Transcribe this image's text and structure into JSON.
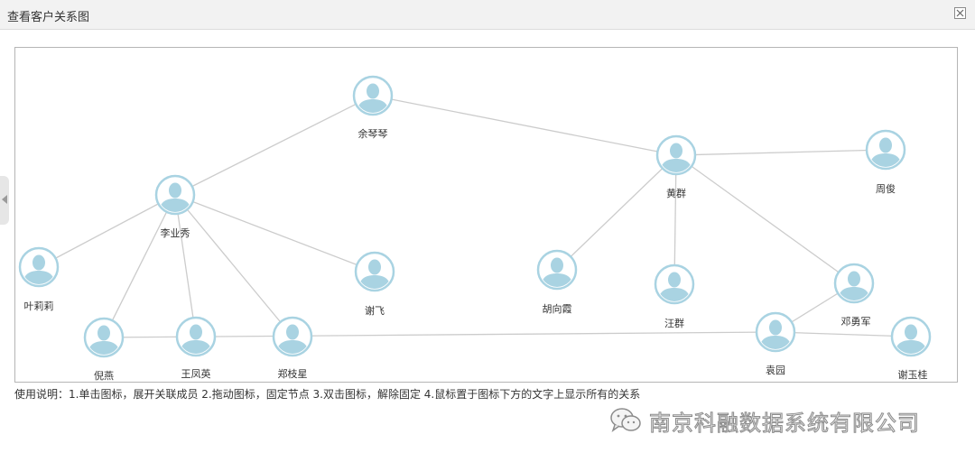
{
  "window": {
    "title": "查看客户关系图"
  },
  "graph": {
    "nodes": [
      {
        "id": "yuqinqin",
        "name": "余琴琴"
      },
      {
        "id": "lieyexiu",
        "name": "李业秀"
      },
      {
        "id": "huangqun",
        "name": "黄群"
      },
      {
        "id": "zhoujun",
        "name": "周俊"
      },
      {
        "id": "yelili",
        "name": "叶莉莉"
      },
      {
        "id": "xiefei",
        "name": "谢飞"
      },
      {
        "id": "huxiangxia",
        "name": "胡向霞"
      },
      {
        "id": "wangqun",
        "name": "汪群"
      },
      {
        "id": "dengyongjun",
        "name": "邓勇军"
      },
      {
        "id": "niyan",
        "name": "倪燕"
      },
      {
        "id": "wangfengying",
        "name": "王凤英"
      },
      {
        "id": "zhengzhixing",
        "name": "郑枝星"
      },
      {
        "id": "yuanyuan",
        "name": "袁园"
      },
      {
        "id": "xieyugui",
        "name": "谢玉桂"
      }
    ],
    "edges": [
      [
        "yuqinqin",
        "lieyexiu"
      ],
      [
        "yuqinqin",
        "huangqun"
      ],
      [
        "huangqun",
        "zhoujun"
      ],
      [
        "huangqun",
        "huxiangxia"
      ],
      [
        "huangqun",
        "wangqun"
      ],
      [
        "huangqun",
        "dengyongjun"
      ],
      [
        "lieyexiu",
        "yelili"
      ],
      [
        "lieyexiu",
        "xiefei"
      ],
      [
        "lieyexiu",
        "niyan"
      ],
      [
        "lieyexiu",
        "wangfengying"
      ],
      [
        "lieyexiu",
        "zhengzhixing"
      ],
      [
        "niyan",
        "yuanyuan"
      ],
      [
        "dengyongjun",
        "yuanyuan"
      ],
      [
        "yuanyuan",
        "xieyugui"
      ]
    ],
    "colors": {
      "edge": "#cccccc",
      "node_ring": "#a9d3e2",
      "node_fill": "#ffffff",
      "avatar": "#a9d3e2"
    }
  },
  "instructions": "使用说明：1.单击图标，展开关联成员 2.拖动图标，固定节点 3.双击图标，解除固定 4.鼠标置于图标下方的文字上显示所有的关系",
  "watermark": {
    "text": "南京科融数据系统有限公司",
    "icon": "wechat-icon"
  }
}
